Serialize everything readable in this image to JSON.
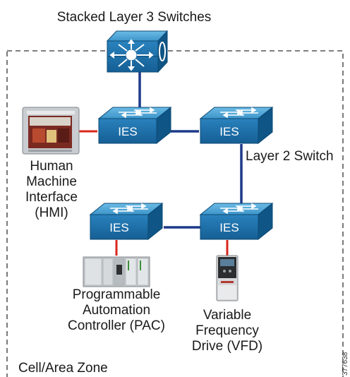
{
  "title": "Stacked Layer 3 Switches",
  "zone_label": "Cell/Area Zone",
  "layer2_label": "Layer 2 Switch",
  "switch_label": "IES",
  "figure_id": "377638",
  "devices": {
    "hmi": {
      "lines": [
        "Human",
        "Machine",
        "Interface",
        "(HMI)"
      ]
    },
    "pac": {
      "lines": [
        "Programmable",
        "Automation",
        "Controller (PAC)"
      ]
    },
    "vfd": {
      "lines": [
        "Variable",
        "Frequency",
        "Drive (VFD)"
      ]
    }
  },
  "colors": {
    "switch_top": "#4fa7d6",
    "switch_front": "#1b6fa8",
    "switch_side": "#0f5585",
    "link_trunk": "#1f3a8a",
    "link_device": "#d9261c",
    "zone_border": "#333333"
  },
  "icons": [
    "multilayer-switch-icon",
    "ethernet-switch-icon",
    "hmi-panel-icon",
    "plc-rack-icon",
    "vfd-drive-icon"
  ]
}
